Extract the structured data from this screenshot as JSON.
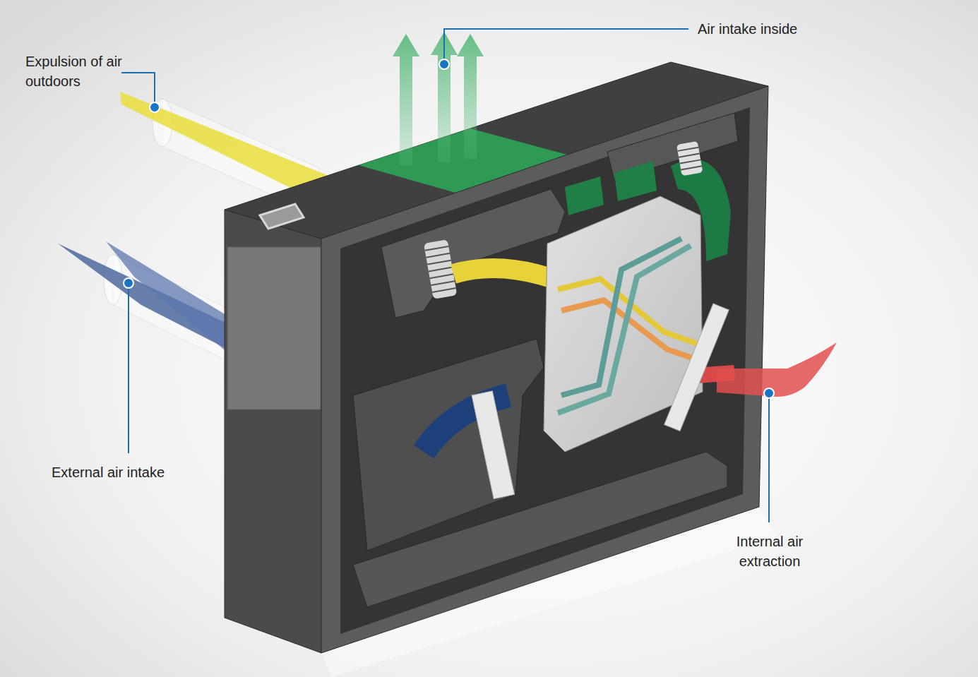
{
  "diagram": {
    "labels": [
      "Air intake inside",
      "Expulsion of air outdoors",
      "External air intake",
      "Internal air extraction"
    ]
  }
}
